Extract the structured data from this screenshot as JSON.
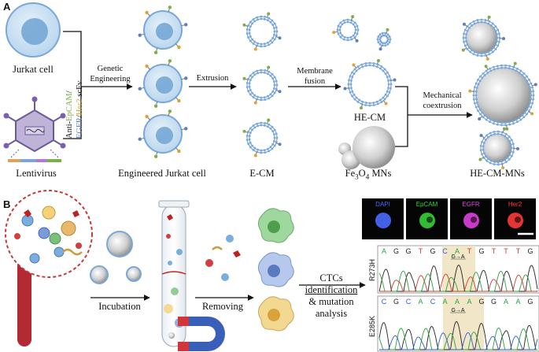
{
  "panels": {
    "a": "A",
    "b": "B"
  },
  "top": {
    "jurkat_cell": "Jurkat cell",
    "lentivirus": "Lentivirus",
    "scfv_anti": "Anti-",
    "scfv_epcam": "EpCAM",
    "scfv_slash1": "/",
    "scfv_egfr": "EGFR",
    "scfv_slash2": "/",
    "scfv_her2": "Her2",
    "scfv_suffix": " scFv",
    "genetic_l1": "Genetic",
    "genetic_l2": "Engineering",
    "engineered": "Engineered Jurkat cell",
    "extrusion": "Extrusion",
    "ecm": "E-CM",
    "membrane_l1": "Membrane",
    "membrane_l2": "fusion",
    "hecm": "HE-CM",
    "fe3o4_a": "Fe",
    "fe3o4_sub1": "3",
    "fe3o4_b": "O",
    "fe3o4_sub2": "4",
    "fe3o4_c": " MNs",
    "mech_l1": "Mechanical",
    "mech_l2": "coextrusion",
    "hecmmns": "HE-CM-MNs"
  },
  "bottom": {
    "incubation": "Incubation",
    "removing": "Removing",
    "ctc_l1": "CTCs",
    "ctc_l2": "identification",
    "ctc_l3": "& mutation",
    "ctc_l4": "analysis",
    "fluor": [
      {
        "label": "DAPI",
        "color": "#4a6cff"
      },
      {
        "label": "EpCAM",
        "color": "#38d038"
      },
      {
        "label": "EGFR",
        "color": "#e040e0"
      },
      {
        "label": "Her2",
        "color": "#ff3a3a"
      }
    ],
    "mutation1": "R273H",
    "mutation2": "E285K",
    "seq1": [
      "A",
      "G",
      "G",
      "T",
      "G",
      "C",
      "A",
      "T",
      "G",
      "T",
      "T",
      "T",
      "G"
    ],
    "seq2": [
      "C",
      "G",
      "C",
      "A",
      "C",
      "A",
      "A",
      "A",
      "G",
      "G",
      "A",
      "A",
      "G"
    ],
    "sub1": "G→A",
    "sub2": "G→A"
  },
  "colors": {
    "membrane": "#7aa7d8",
    "cell_fill": "#cfe3f3",
    "nucleus": "#7fb0d8",
    "epcam": "#7ab04a",
    "egfr": "#5b7fc0",
    "her2": "#d9a23a",
    "arrow": "#111111",
    "blood": "#a8232b",
    "magnet_red": "#d0363a",
    "magnet_blue": "#3a5fb8"
  }
}
